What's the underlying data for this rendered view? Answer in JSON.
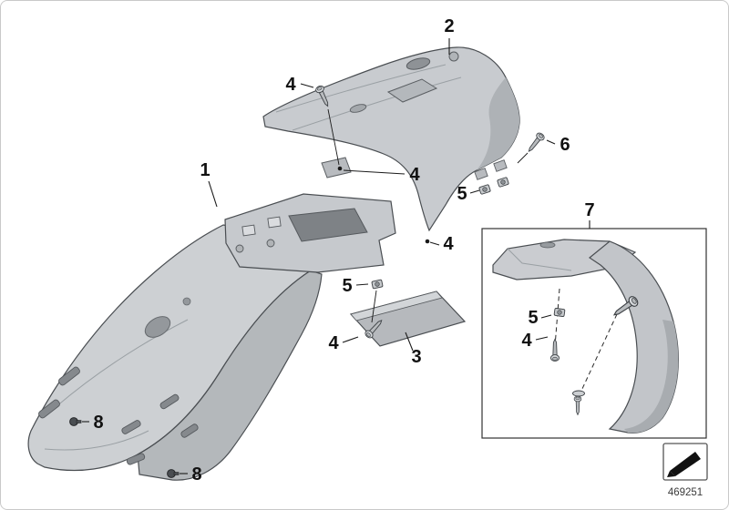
{
  "diagram": {
    "doc_number": "469251",
    "callouts": [
      {
        "label": "1"
      },
      {
        "label": "2"
      },
      {
        "label": "3"
      },
      {
        "label": "4"
      },
      {
        "label": "4"
      },
      {
        "label": "4"
      },
      {
        "label": "4"
      },
      {
        "label": "4"
      },
      {
        "label": "5"
      },
      {
        "label": "5"
      },
      {
        "label": "5"
      },
      {
        "label": "6"
      },
      {
        "label": "7"
      },
      {
        "label": "8"
      },
      {
        "label": "8"
      }
    ],
    "icons": {
      "stamp": "fold-arrow-icon"
    },
    "colors": {
      "part_fill": "#c9ccd0",
      "part_shade": "#aeb2b6",
      "outline": "#4a4e52",
      "callout_text": "#111111"
    }
  }
}
